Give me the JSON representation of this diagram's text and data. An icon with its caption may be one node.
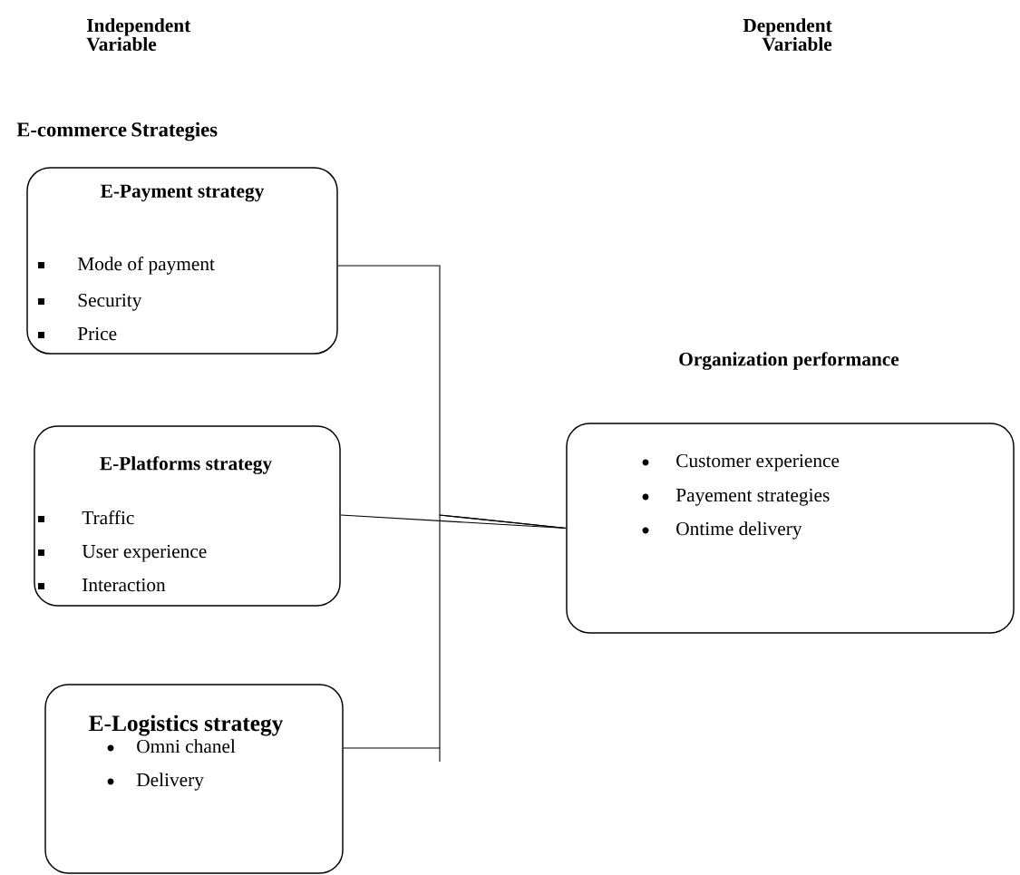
{
  "diagram": {
    "nodes": [
      {
        "text": [
          "E-Payment strategy",
          "Mode of payment",
          "Security",
          "Price"
        ]
      },
      {
        "text": [
          "E-Platforms strategy",
          "Traffic",
          "User experience",
          "Interaction"
        ]
      },
      {
        "text": [
          "E-Logistics strategy",
          "Omni chanel",
          "Delivery"
        ]
      },
      {
        "text": [
          "Organization performance",
          "Customer experience",
          "Payement strategies",
          "Ontime delivery"
        ]
      }
    ],
    "edges": [
      {
        "from": 0,
        "to": 3,
        "arrow": "none"
      },
      {
        "from": 1,
        "to": 3,
        "arrow": "none"
      },
      {
        "from": 2,
        "to": 3,
        "arrow": "none"
      }
    ],
    "labels": [
      "Independent Variable",
      "Dependent Variable",
      "E-commerce Strategies"
    ]
  }
}
